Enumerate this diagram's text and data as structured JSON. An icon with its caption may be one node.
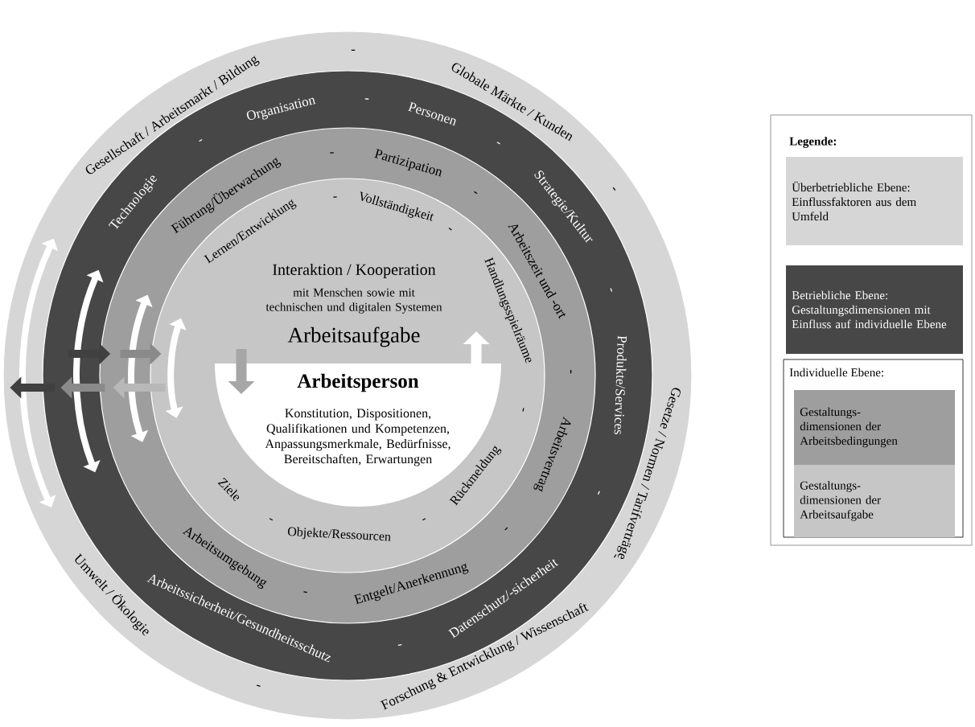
{
  "diagram": {
    "nodes": [
      {
        "text": [
          "Gesellschaft / Arbeitsmarkt / Bildung",
          "-",
          "Globale Märkte / Kunden",
          "-",
          "Gesetze / Normen / Tarifverträge",
          "-",
          "Forschung & Entwicklung / Wissenschaft",
          "-",
          "Umwelt / Ökologie"
        ]
      },
      {
        "text": [
          "Technologie",
          "-",
          "Organisation",
          "-",
          "Personen",
          "-",
          "Strategie/Kultur",
          "-",
          "Produkte/Services",
          "-",
          "Datenschutz/-sicherheit",
          "-",
          "Arbeitssicherheit/Gesundheitsschutz"
        ],
        "in": 0
      },
      {
        "text": [
          "Führung/Überwachung",
          "-",
          "Partizipation",
          "-",
          "Arbeitszeit und -ort",
          "-",
          "Arbeitsvertrag",
          "-",
          "Entgelt/Anerkennung",
          "-",
          "Arbeitsumgebung"
        ],
        "in": 1
      },
      {
        "text": [
          "Lernen/Entwicklung",
          "-",
          "Vollständigkeit",
          "-",
          "Handlungsspielräume",
          "-",
          "Rückmeldung",
          "-",
          "Objekte/Ressourcen",
          "-",
          "Ziele",
          "Interaktion / Kooperation",
          "mit Menschen sowie mit technischen und digitalen Systemen",
          "Arbeitsaufgabe"
        ],
        "in": 2
      },
      {
        "text": [
          "Arbeitsperson",
          "Konstitution, Dispositionen, Qualifikationen und Kompetenzen, Anpassungsmerkmale, Bedürfnisse, Bereitschaften, Erwartungen"
        ],
        "in": 3
      }
    ],
    "edges": [
      {
        "from": null,
        "to": 4,
        "arrow": "to",
        "color": "#a6a6a6"
      },
      {
        "from": 4,
        "to": null,
        "arrow": "to",
        "color": "#ffffff"
      },
      {
        "from": 1,
        "to": 2,
        "arrow": "to",
        "color": "#404040"
      },
      {
        "from": 2,
        "to": 3,
        "arrow": "to",
        "color": "#8a8a8a"
      },
      {
        "from": 1,
        "to": 0,
        "arrow": "to",
        "color": "#404040"
      },
      {
        "from": 2,
        "to": 1,
        "arrow": "to",
        "color": "#8a8a8a"
      },
      {
        "from": 3,
        "to": 2,
        "arrow": "to",
        "color": "#b8b8b8"
      }
    ],
    "labels": [
      "Legende:",
      "Individuelle Ebene:"
    ],
    "legend": [
      {
        "text": "Überbetriebliche Ebene: Einflussfaktoren aus dem Umfeld",
        "color": "#d6d6d6"
      },
      {
        "text": "Betriebliche Ebene: Gestaltungsdimensionen mit Einfluss auf individuelle Ebene",
        "color": "#474747"
      },
      {
        "text": "Gestaltungs-dimensionen der Arbeitsbedingungen",
        "color": "#9e9e9e"
      },
      {
        "text": "Gestaltungs-dimensionen der Arbeitsaufgabe",
        "color": "#c6c6c6"
      }
    ]
  }
}
